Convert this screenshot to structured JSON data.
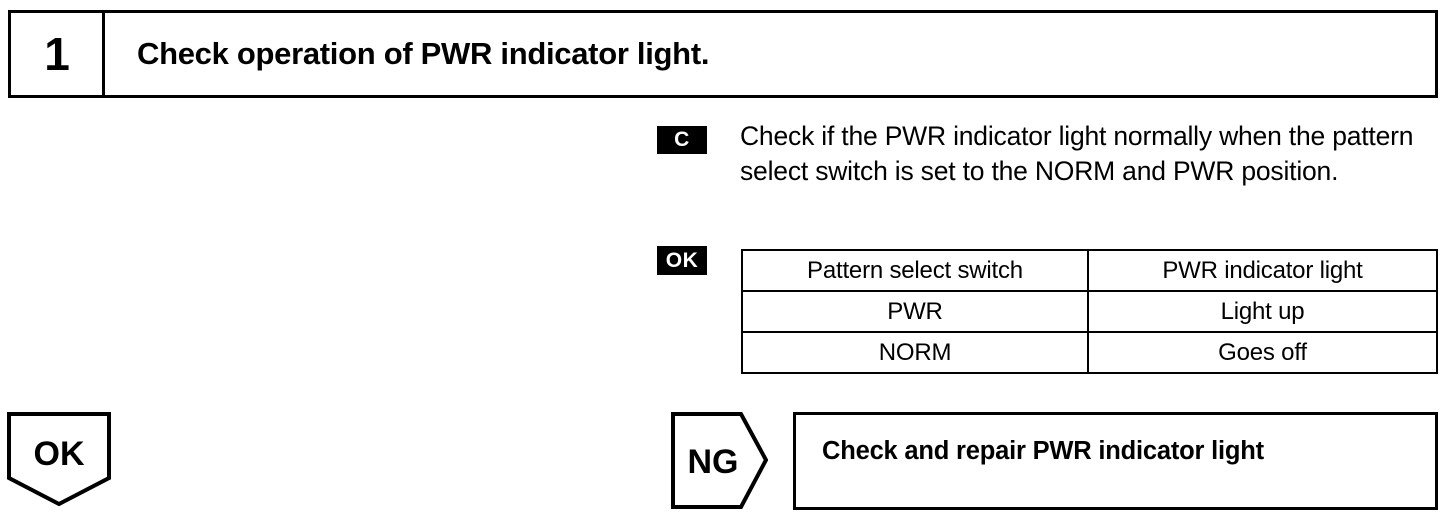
{
  "step": {
    "number": "1",
    "title": "Check operation of PWR indicator light."
  },
  "condition": {
    "badge_label": "C",
    "text": "Check if the PWR indicator light normally when the pattern select switch is set to the NORM and PWR position."
  },
  "spec": {
    "badge_label": "OK",
    "columns": [
      "Pattern select switch",
      "PWR indicator light"
    ],
    "rows": [
      [
        "PWR",
        "Light up"
      ],
      [
        "NORM",
        "Goes off"
      ]
    ]
  },
  "flow": {
    "ok_label": "OK",
    "ng_label": "NG",
    "result_text": "Check and repair PWR indicator light"
  },
  "colors": {
    "ink": "#000000",
    "paper": "#ffffff",
    "badge_bg": "#000000",
    "badge_fg": "#ffffff"
  }
}
